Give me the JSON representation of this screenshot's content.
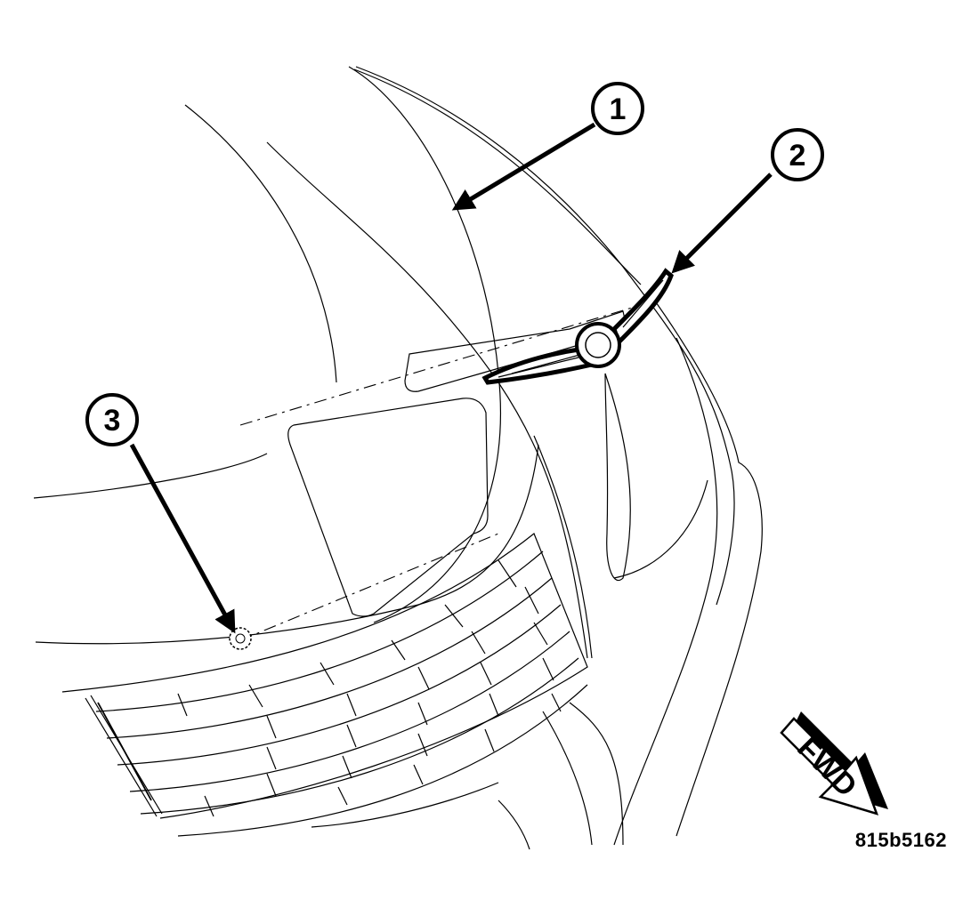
{
  "figure": {
    "id_label": "815b5162"
  },
  "callouts": [
    {
      "number": "1"
    },
    {
      "number": "2"
    },
    {
      "number": "3"
    }
  ],
  "direction_indicator": {
    "label": "FWD"
  }
}
